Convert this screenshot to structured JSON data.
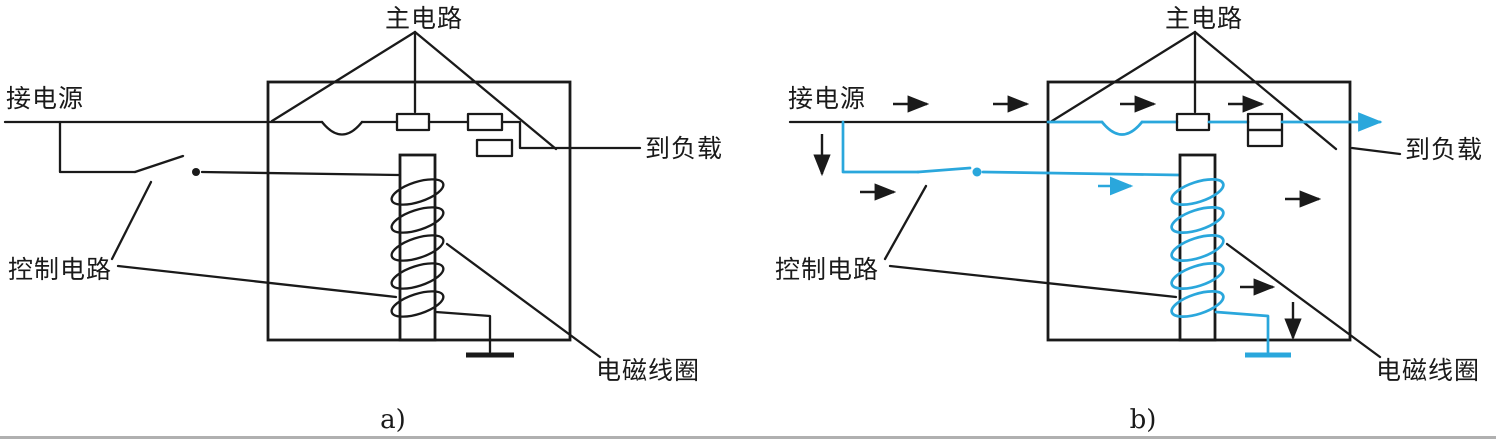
{
  "colors": {
    "line": "#1a1a1a",
    "highlight": "#2aa7dc",
    "background": "#ffffff",
    "frame_bottom": "#b0b0b0"
  },
  "panels": {
    "a": {
      "caption": "a)",
      "labels": {
        "main_circuit": "主电路",
        "power_source": "接电源",
        "to_load": "到负载",
        "control_circuit": "控制电路",
        "coil": "电磁线圈"
      }
    },
    "b": {
      "caption": "b)",
      "labels": {
        "main_circuit": "主电路",
        "power_source": "接电源",
        "to_load": "到负载",
        "control_circuit": "控制电路",
        "coil": "电磁线圈"
      }
    }
  }
}
